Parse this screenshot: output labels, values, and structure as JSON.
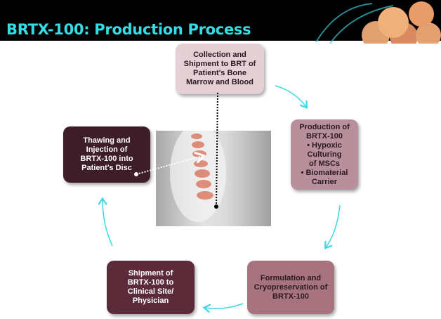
{
  "header": {
    "title": "BRTX-100: Production Process"
  },
  "steps": [
    {
      "text": "Collection and\nShipment to BRT of\nPatient's Bone\nMarrow and Blood"
    },
    {
      "title": "Production of\nBRTX-100",
      "bullets": [
        "• Hypoxic Culturing\nof MSCs",
        "• Biomaterial\nCarrier"
      ]
    },
    {
      "text": "Formulation and\nCryopreservation of\nBRTX-100"
    },
    {
      "text": "Shipment of\nBRTX-100 to\nClinical Site/\nPhysician"
    },
    {
      "text": "Thawing and\nInjection of\nBRTX-100 into\nPatient's Disc"
    }
  ],
  "colors": {
    "title": "#34dde6",
    "arrow": "#3fd8e6"
  }
}
